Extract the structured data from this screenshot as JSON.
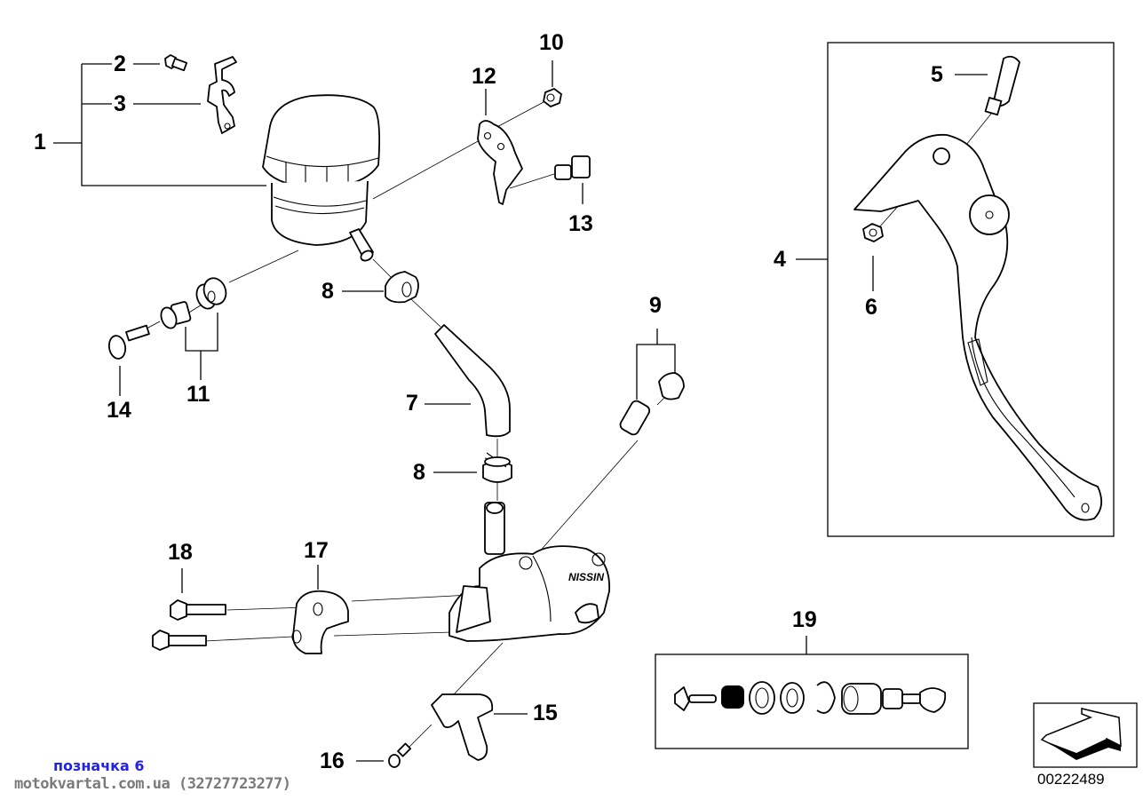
{
  "diagram": {
    "title": "Clutch master cylinder assembly – exploded parts view",
    "callouts": [
      {
        "id": "1",
        "label": "1",
        "part": "reservoir-assembly"
      },
      {
        "id": "2",
        "label": "2",
        "part": "reservoir-screw"
      },
      {
        "id": "3",
        "label": "3",
        "part": "reservoir-bracket"
      },
      {
        "id": "4",
        "label": "4",
        "part": "clutch-lever-assembly"
      },
      {
        "id": "5",
        "label": "5",
        "part": "lever-pivot-bolt"
      },
      {
        "id": "6",
        "label": "6",
        "part": "lever-nut"
      },
      {
        "id": "7",
        "label": "7",
        "part": "hose"
      },
      {
        "id": "8a",
        "label": "8",
        "part": "hose-clamp-upper"
      },
      {
        "id": "8b",
        "label": "8",
        "part": "hose-clamp-lower"
      },
      {
        "id": "9",
        "label": "9",
        "part": "bleeder-valve-set"
      },
      {
        "id": "10",
        "label": "10",
        "part": "nut"
      },
      {
        "id": "11",
        "label": "11",
        "part": "rubber-mount-set"
      },
      {
        "id": "12",
        "label": "12",
        "part": "holder-bracket"
      },
      {
        "id": "13",
        "label": "13",
        "part": "cap-screw"
      },
      {
        "id": "14",
        "label": "14",
        "part": "screw"
      },
      {
        "id": "15",
        "label": "15",
        "part": "switch-bracket"
      },
      {
        "id": "16",
        "label": "16",
        "part": "switch-screw"
      },
      {
        "id": "17",
        "label": "17",
        "part": "handlebar-clamp"
      },
      {
        "id": "18",
        "label": "18",
        "part": "clamp-bolt"
      },
      {
        "id": "19",
        "label": "19",
        "part": "repair-kit"
      }
    ],
    "master_cylinder_brand": "NISSIN",
    "document_number": "00222489"
  },
  "footer": {
    "reference": "позначка 6",
    "site": "motokvartal.com.ua (32727723277)"
  },
  "colors": {
    "reference_text": "#2323e6",
    "site_text": "#7a7a7a",
    "line": "#000000"
  }
}
